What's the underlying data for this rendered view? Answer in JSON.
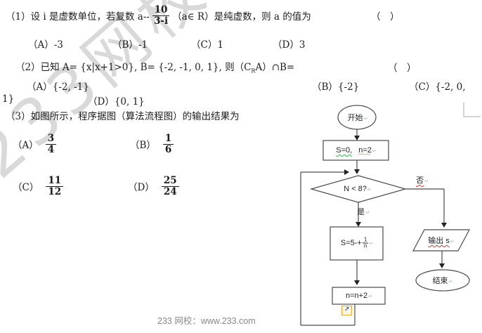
{
  "watermark": "233网校",
  "footer": "233 网校：www.233.com",
  "marks": {
    "linebreak": "↵",
    "anchor_glyph": "↗"
  },
  "colors": {
    "flow_stroke": "#4a4a4a",
    "squiggle_green": "#3cb043",
    "squiggle_red": "#e03030",
    "watermark_gray": "#bababa",
    "footer_gray": "#8a8a8a"
  },
  "questions": {
    "q1": {
      "prefix": "（1）设 i 是虚数单位，若复数 a--",
      "frac_num": "10",
      "frac_den": "3-i",
      "suffix": "（a∈ R）是纯虚数，则 a 的值为",
      "answer_blank": "（　）",
      "options": [
        {
          "text": "（A）-3"
        },
        {
          "text": "（B）-1"
        },
        {
          "text": "（C）1"
        },
        {
          "text": "（D）3"
        }
      ]
    },
    "q2": {
      "before_sub": "（2）已知 A= {x|x+1>0}, B= {-2, -1, 0, 1}, 则（C",
      "sub": "R",
      "after_sub": "A）∩B=",
      "answer_blank": "（　）",
      "optionA": "（A）{-2, -1}",
      "optionB": "（B）{-2}",
      "optionC_part1": "（C）{-2, 0,",
      "optionC_part2": "1}",
      "optionD": "（D）{0, 1}"
    },
    "q3": {
      "text": "（3）如图所示，程序据图（算法流程图）的输出结果为",
      "options": [
        {
          "label": "（A）",
          "num": "3",
          "den": "4"
        },
        {
          "label": "（B）",
          "num": "1",
          "den": "6"
        },
        {
          "label": "（C）",
          "num": "11",
          "den": "12"
        },
        {
          "label": "（D）",
          "num": "25",
          "den": "24"
        }
      ]
    }
  },
  "flowchart": {
    "start": "开始",
    "init_left": "S=0,",
    "init_right": "n=2",
    "condition": "N < 8?",
    "no_label": "否",
    "yes_label": "是",
    "body_prefix": "S=5-+",
    "body_num": "1",
    "body_den": "n",
    "increment": "n=n+2",
    "output": "输出 s",
    "end": "结束"
  }
}
